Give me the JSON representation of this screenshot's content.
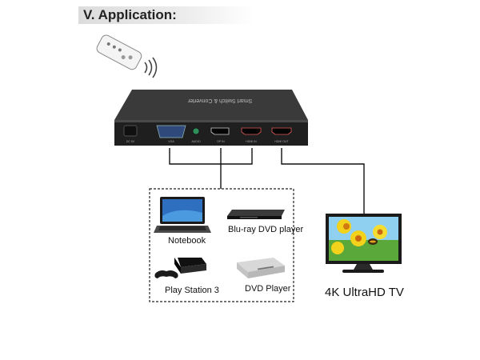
{
  "heading": "V. Application:",
  "device": {
    "top_label": "Smart Switch & Converter",
    "ports": [
      "DC 5V",
      "VGA",
      "AUDIO",
      "DP IN",
      "HDMI IN",
      "HDMI OUT"
    ]
  },
  "sources": [
    {
      "name": "Notebook"
    },
    {
      "name": "Blu-ray DVD player"
    },
    {
      "name": "Play Station 3"
    },
    {
      "name": "DVD Player"
    }
  ],
  "tv": {
    "label": "4K UltraHD TV"
  },
  "colors": {
    "device_body": "#2a2a2a",
    "connector_line": "#111111",
    "tv_frame": "#1a1a1a",
    "flower_yellow": "#f2d21a"
  }
}
